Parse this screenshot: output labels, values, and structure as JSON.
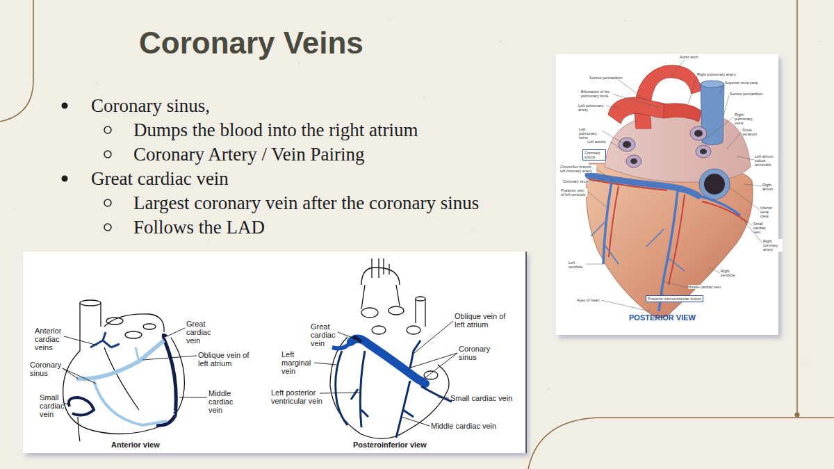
{
  "diagram": {
    "title": "Coronary Veins",
    "nodes": [
      {
        "text": [
          "Coronary sulcus"
        ]
      },
      {
        "text": [
          "Posterior interventricular sulcus"
        ]
      }
    ],
    "labels": [
      "Coronary sinus,",
      "Dumps the blood into the right atrium",
      "Coronary Artery / Vein Pairing",
      "Great cardiac vein",
      "Largest coronary vein after the coronary sinus",
      "Follows the LAD",
      "Anterior cardiac veins",
      "Coronary sinus",
      "Small cardiac vein",
      "Great cardiac vein",
      "Oblique vein of left atrium",
      "Middle cardiac vein",
      "Anterior view",
      "Great cardiac vein",
      "Left marginal vein",
      "Left posterior ventricular vein",
      "Oblique vein of left atrium",
      "Coronary sinus",
      "Small cardiac vein",
      "Middle cardiac vein",
      "Posteroinferior view",
      "Aortic arch",
      "Right pulmonary artery",
      "Serous pericardium",
      "Superior vena cava",
      "Serous pericardium",
      "Bifurcation of the pulmonary trunk",
      "Left pulmonary artery",
      "Right pulmonary veins",
      "Left pulmonary veins",
      "Sinus venarum",
      "Left auricle",
      "Left atrium; sulcus terminalis",
      "Circumflex branch, left coronary artery",
      "Coronary sinus",
      "Posterior vein of left ventricle",
      "Right atrium",
      "Inferior vena cava",
      "Small cardiac vein",
      "Right coronary artery",
      "Left ventricle",
      "Right ventricle",
      "Middle cardiac vein",
      "Apex of heart",
      "POSTERIOR VIEW"
    ]
  }
}
